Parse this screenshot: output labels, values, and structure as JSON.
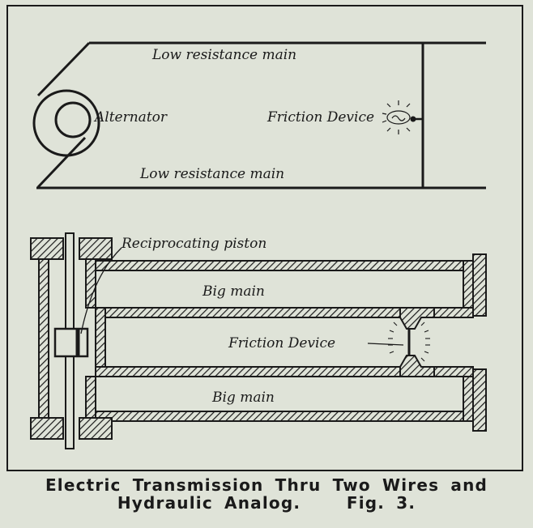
{
  "electric": {
    "top_wire_label": "Low resistance main",
    "bottom_wire_label": "Low resistance main",
    "generator_label": "Alternator",
    "load_label": "Friction Device"
  },
  "hydraulic": {
    "piston_label": "Reciprocating piston",
    "top_pipe_label": "Big main",
    "bottom_pipe_label": "Big main",
    "load_label": "Friction Device"
  },
  "caption": {
    "line1": "Electric Transmission Thru Two Wires and",
    "line2": "Hydraulic Analog.    Fig. 3."
  }
}
